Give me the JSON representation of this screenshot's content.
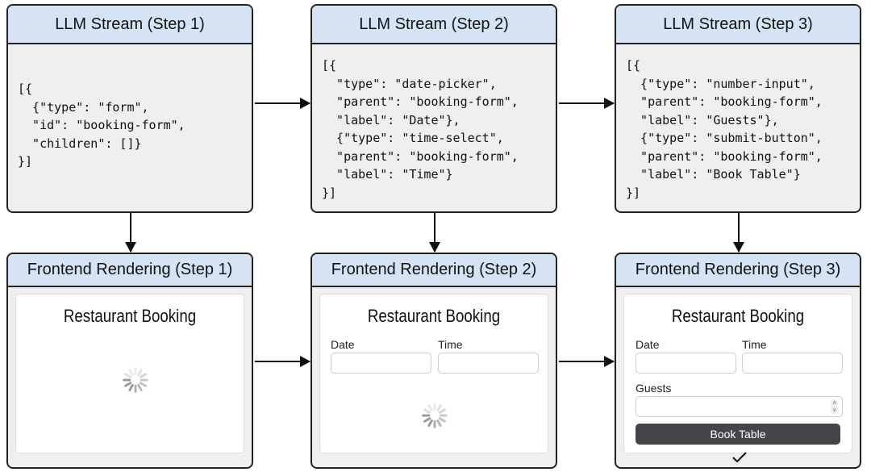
{
  "streams": [
    {
      "title": "LLM Stream (Step 1)",
      "code": "[{\n  {\"type\": \"form\",\n  \"id\": \"booking-form\",\n  \"children\": []}\n}]"
    },
    {
      "title": "LLM Stream (Step 2)",
      "code": "[{\n  \"type\": \"date-picker\",\n  \"parent\": \"booking-form\",\n  \"label\": \"Date\"},\n  {\"type\": \"time-select\",\n  \"parent\": \"booking-form\",\n  \"label\": \"Time\"}\n}]"
    },
    {
      "title": "LLM Stream (Step 3)",
      "code": "[{\n  {\"type\": \"number-input\",\n  \"parent\": \"booking-form\",\n  \"label\": \"Guests\"},\n  {\"type\": \"submit-button\",\n  \"parent\": \"booking-form\",\n  \"label\": \"Book Table\"}\n}]"
    }
  ],
  "renders": [
    {
      "title": "Frontend Rendering (Step 1)",
      "form_title": "Restaurant Booking"
    },
    {
      "title": "Frontend Rendering (Step 2)",
      "form_title": "Restaurant Booking",
      "date_label": "Date",
      "time_label": "Time"
    },
    {
      "title": "Frontend Rendering (Step 3)",
      "form_title": "Restaurant Booking",
      "date_label": "Date",
      "time_label": "Time",
      "guests_label": "Guests",
      "button_label": "Book Table",
      "done_icon": "checkmark"
    }
  ]
}
